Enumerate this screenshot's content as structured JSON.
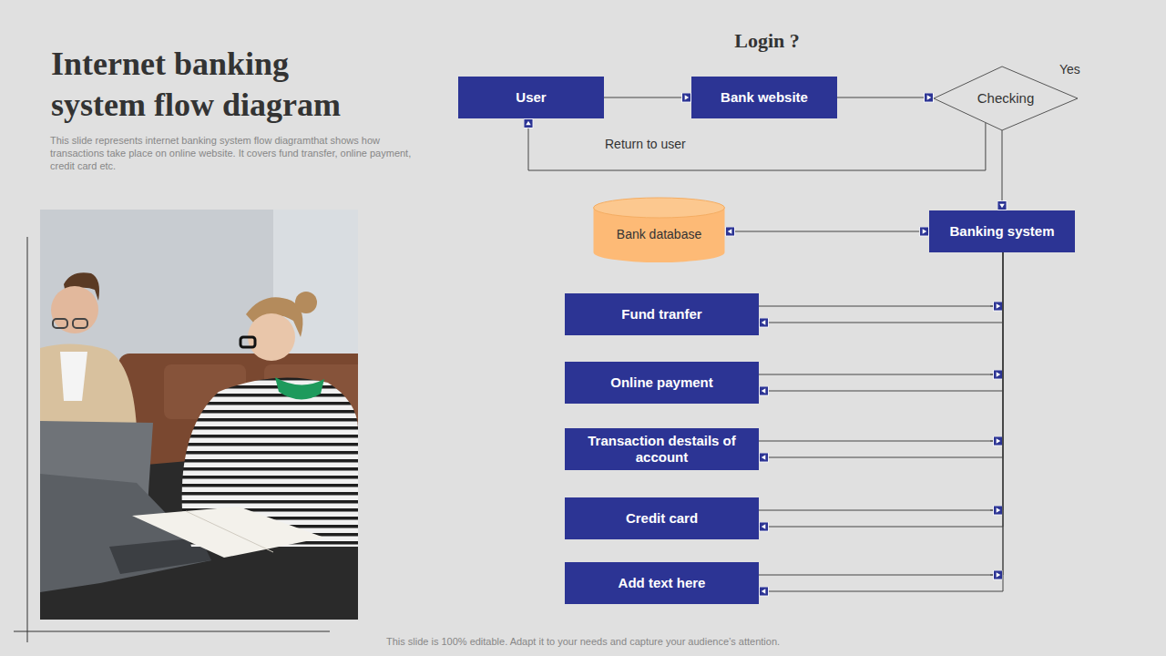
{
  "diagram": {
    "title": "Internet banking system flow diagram",
    "caption": "This slide represents internet banking system flow diagramthat shows how transactions take place on online website. It covers fund transfer, online payment, credit card etc.",
    "nodes": [
      {
        "text": [
          "User"
        ]
      },
      {
        "text": [
          "Bank website"
        ]
      },
      {
        "text": [
          "Checking"
        ]
      },
      {
        "text": [
          "Bank database"
        ]
      },
      {
        "text": [
          "Banking system"
        ]
      },
      {
        "text": [
          "Fund tranfer"
        ]
      },
      {
        "text": [
          "Online payment"
        ]
      },
      {
        "text": [
          "Transaction destails of account"
        ]
      },
      {
        "text": [
          "Credit card"
        ]
      },
      {
        "text": [
          "Add text here"
        ]
      }
    ],
    "edges": [
      {
        "from": 0,
        "to": 1,
        "arrow": "to"
      },
      {
        "from": 1,
        "to": 2,
        "arrow": "to"
      },
      {
        "from": 2,
        "to": 0,
        "label": "Return to user",
        "arrow": "to"
      },
      {
        "from": 2,
        "to": 4,
        "arrow": "to"
      },
      {
        "from": 4,
        "to": 3,
        "arrow": "both"
      },
      {
        "from": 5,
        "to": 4,
        "arrow": "to"
      },
      {
        "from": 4,
        "to": 5,
        "arrow": "to"
      },
      {
        "from": 6,
        "to": 4,
        "arrow": "to"
      },
      {
        "from": 4,
        "to": 6,
        "arrow": "to"
      },
      {
        "from": 7,
        "to": 4,
        "arrow": "to"
      },
      {
        "from": 4,
        "to": 7,
        "arrow": "to"
      },
      {
        "from": 8,
        "to": 4,
        "arrow": "to"
      },
      {
        "from": 4,
        "to": 8,
        "arrow": "to"
      },
      {
        "from": 9,
        "to": 4,
        "arrow": "to"
      },
      {
        "from": 4,
        "to": 9,
        "arrow": "to"
      }
    ],
    "labels": [
      "Login ?",
      "Yes",
      "This slide is 100% editable. Adapt it to your needs and capture your audience’s attention."
    ]
  }
}
